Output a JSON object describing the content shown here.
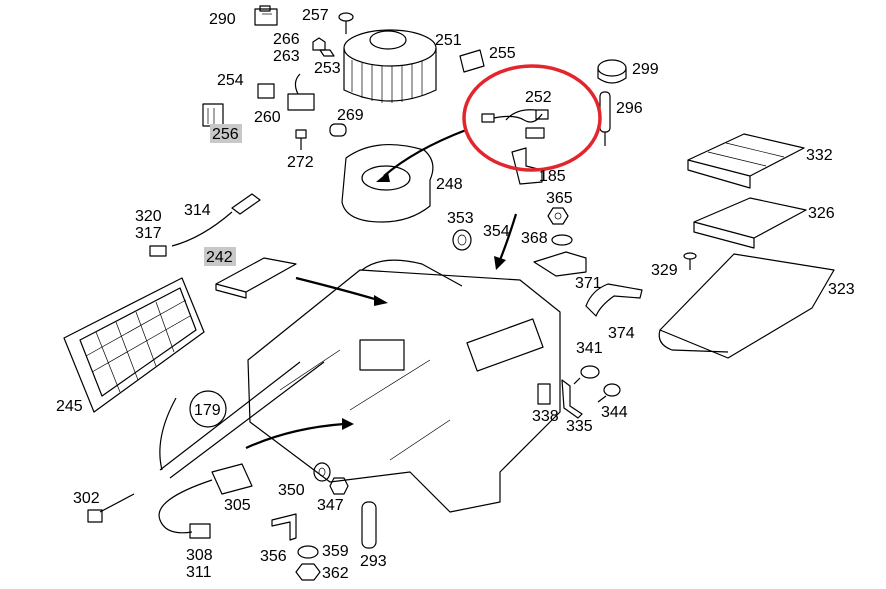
{
  "diagram": {
    "callouts": [
      {
        "id": "290",
        "text": "290"
      },
      {
        "id": "257",
        "text": "257"
      },
      {
        "id": "266",
        "text": "266"
      },
      {
        "id": "263",
        "text": "263"
      },
      {
        "id": "253",
        "text": "253"
      },
      {
        "id": "251",
        "text": "251"
      },
      {
        "id": "255",
        "text": "255"
      },
      {
        "id": "299",
        "text": "299"
      },
      {
        "id": "254",
        "text": "254"
      },
      {
        "id": "296",
        "text": "296"
      },
      {
        "id": "252",
        "text": "252"
      },
      {
        "id": "260",
        "text": "260"
      },
      {
        "id": "269",
        "text": "269"
      },
      {
        "id": "256",
        "text": "256",
        "highlighted": true
      },
      {
        "id": "272",
        "text": "272"
      },
      {
        "id": "332",
        "text": "332"
      },
      {
        "id": "185",
        "text": "185"
      },
      {
        "id": "248",
        "text": "248"
      },
      {
        "id": "365",
        "text": "365"
      },
      {
        "id": "326",
        "text": "326"
      },
      {
        "id": "314",
        "text": "314"
      },
      {
        "id": "320",
        "text": "320"
      },
      {
        "id": "317",
        "text": "317"
      },
      {
        "id": "353",
        "text": "353"
      },
      {
        "id": "354",
        "text": "354"
      },
      {
        "id": "368",
        "text": "368"
      },
      {
        "id": "242",
        "text": "242",
        "highlighted": true
      },
      {
        "id": "329",
        "text": "329"
      },
      {
        "id": "371",
        "text": "371"
      },
      {
        "id": "323",
        "text": "323"
      },
      {
        "id": "374",
        "text": "374"
      },
      {
        "id": "341",
        "text": "341"
      },
      {
        "id": "245",
        "text": "245"
      },
      {
        "id": "179",
        "text": "179"
      },
      {
        "id": "338",
        "text": "338"
      },
      {
        "id": "335",
        "text": "335"
      },
      {
        "id": "344",
        "text": "344"
      },
      {
        "id": "302",
        "text": "302"
      },
      {
        "id": "350",
        "text": "350"
      },
      {
        "id": "305",
        "text": "305"
      },
      {
        "id": "347",
        "text": "347"
      },
      {
        "id": "356",
        "text": "356"
      },
      {
        "id": "359",
        "text": "359"
      },
      {
        "id": "293",
        "text": "293"
      },
      {
        "id": "308",
        "text": "308"
      },
      {
        "id": "311",
        "text": "311"
      },
      {
        "id": "362",
        "text": "362"
      }
    ],
    "highlight_color": "#c8c8c8",
    "selection_ring_color": "#e3262e"
  }
}
